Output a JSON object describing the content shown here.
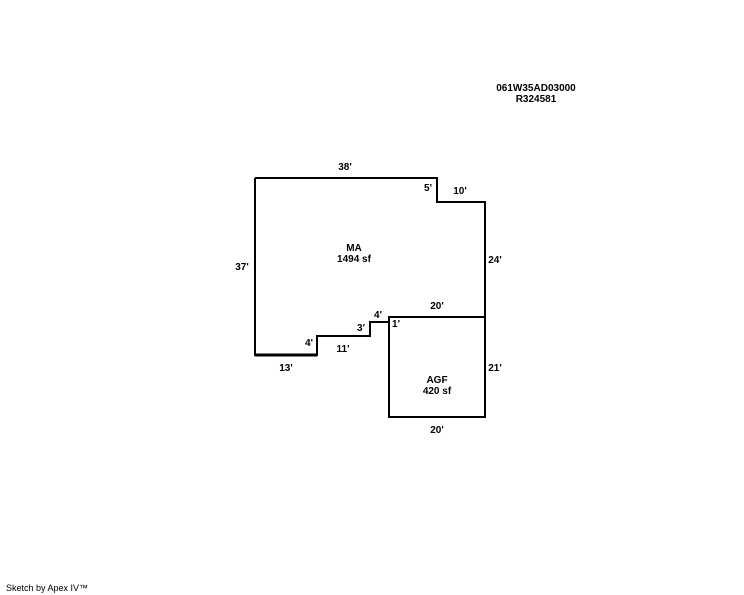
{
  "header": {
    "parcel_id": "061W35AD03000",
    "account": "R324581"
  },
  "areas": [
    {
      "code": "MA",
      "size": "1494 sf"
    },
    {
      "code": "AGF",
      "size": "420 sf"
    }
  ],
  "dimensions": {
    "ma_top": "38'",
    "ma_step_down": "5'",
    "ma_step_right": "10'",
    "ma_right": "24'",
    "ma_left": "37'",
    "ma_bottom": "13'",
    "ma_jog_up1": "4'",
    "ma_jog_run1": "11'",
    "ma_jog_up2": "3'",
    "ma_jog_run2": "4'",
    "ma_jog_up3": "1'",
    "agf_top": "20'",
    "agf_right": "21'",
    "agf_bottom": "20'"
  },
  "footer": {
    "credit": "Sketch by Apex IV™"
  },
  "colors": {
    "line": "#000000",
    "background": "#ffffff"
  }
}
